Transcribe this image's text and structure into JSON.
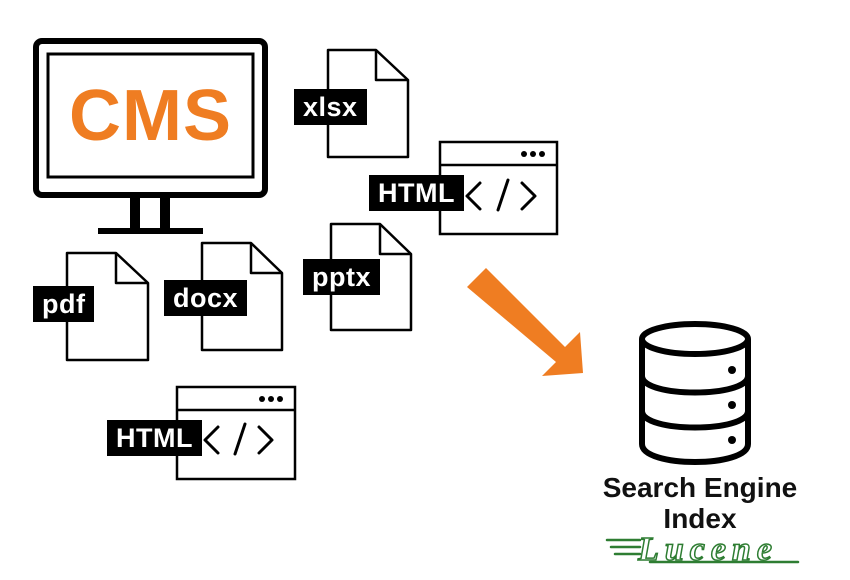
{
  "cms": {
    "label": "CMS"
  },
  "documents": [
    {
      "label": "xlsx"
    },
    {
      "label": "HTML"
    },
    {
      "label": "pptx"
    },
    {
      "label": "pdf"
    },
    {
      "label": "docx"
    },
    {
      "label": "HTML"
    }
  ],
  "index": {
    "line1": "Search Engine",
    "line2": "Index",
    "brand": "Lucene"
  },
  "colors": {
    "accent": "#ef7d22",
    "brand_green": "#2e7d32",
    "ink": "#000000"
  }
}
